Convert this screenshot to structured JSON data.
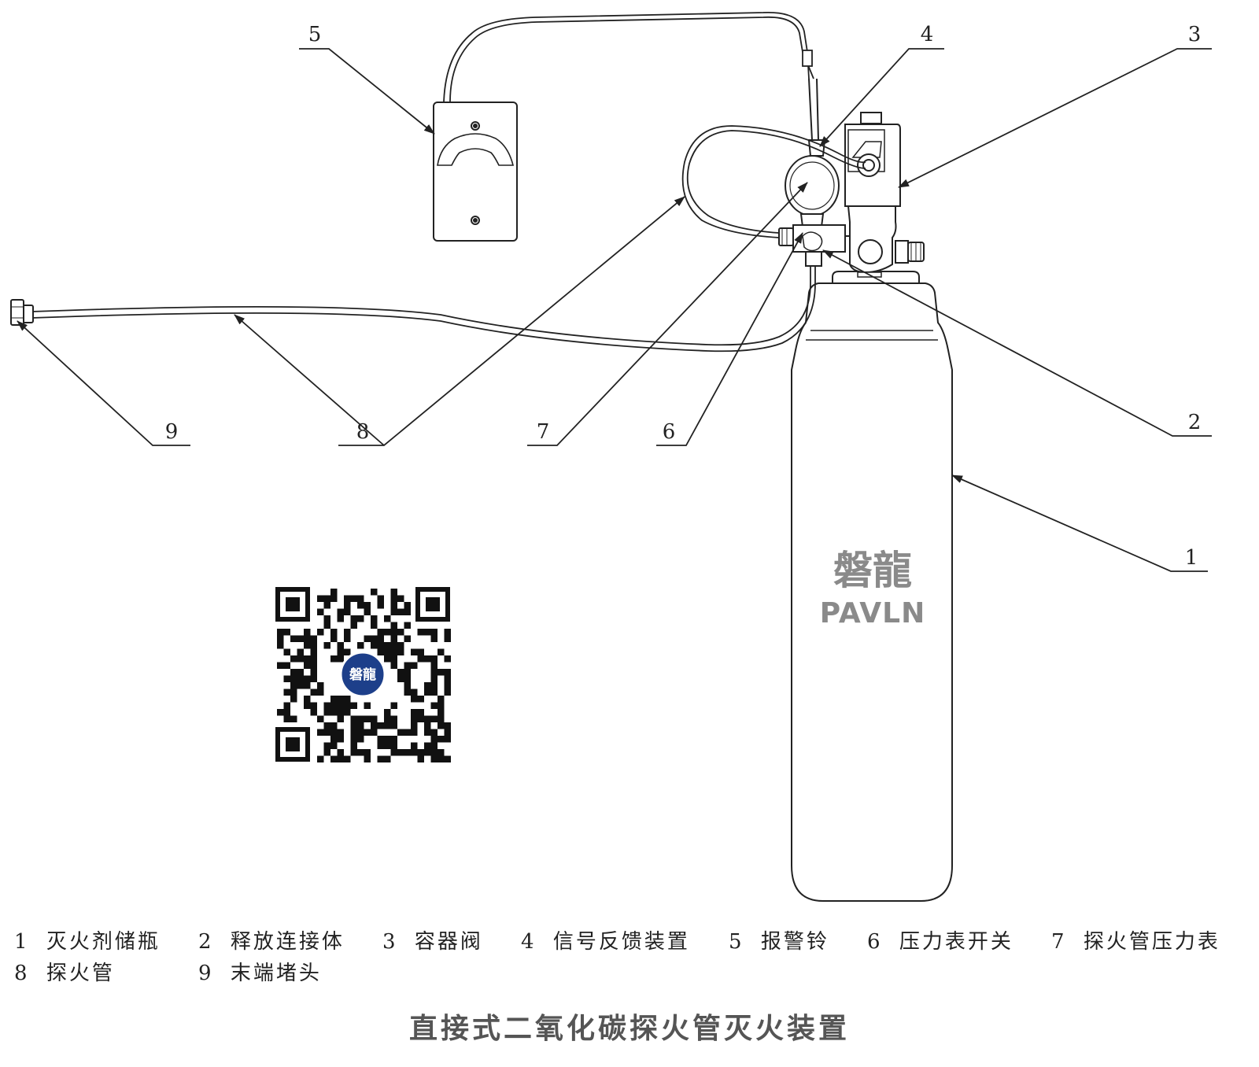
{
  "callouts": [
    "1",
    "2",
    "3",
    "4",
    "5",
    "6",
    "7",
    "8",
    "9"
  ],
  "cylinder_logo": {
    "cn": "磐龍",
    "en": "PAVLN"
  },
  "qr": {
    "badge_text": "磐龍"
  },
  "legend": [
    {
      "num": "1",
      "label": "灭火剂储瓶"
    },
    {
      "num": "2",
      "label": "释放连接体"
    },
    {
      "num": "3",
      "label": "容器阀"
    },
    {
      "num": "4",
      "label": "信号反馈装置"
    },
    {
      "num": "5",
      "label": "报警铃"
    },
    {
      "num": "6",
      "label": "压力表开关"
    },
    {
      "num": "7",
      "label": "探火管压力表"
    },
    {
      "num": "8",
      "label": "探火管"
    },
    {
      "num": "9",
      "label": "末端堵头"
    }
  ],
  "caption": "直接式二氧化碳探火管灭火装置",
  "colors": {
    "line": "#222222",
    "logo": "#8a8a8a",
    "caption": "#555555",
    "qr_badge": "#1d3f8a"
  }
}
